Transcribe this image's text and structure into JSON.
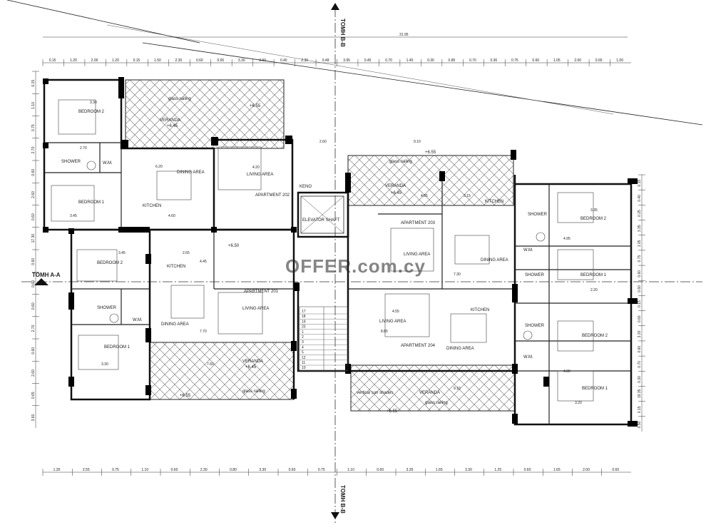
{
  "sections": {
    "section_bb": "TOMH B-B",
    "section_aa": "TOMH A-A"
  },
  "watermark": "OFFER.com.cy",
  "overall_dim": "31.95",
  "top_dims": [
    "0.15",
    "1.20",
    "2.00",
    "1.20",
    "0.15",
    "1.50",
    "2.30",
    "0.60",
    "0.65",
    "3.30",
    "0.60",
    "0.40",
    "2.30",
    "0.48",
    "3.95",
    "0.45",
    "0.70",
    "1.45",
    "0.30",
    "0.85",
    "0.70",
    "0.36",
    "0.75",
    "0.60",
    "1.05",
    "2.00",
    "0.65",
    "1.00"
  ],
  "bottom_dims": [
    "1.35",
    "2.55",
    "0.75",
    "1.10",
    "0.60",
    "2.30",
    "0.80",
    "3.30",
    "0.60",
    "0.75",
    "1.10",
    "0.60",
    "3.35",
    "1.65",
    "3.30",
    "1.25",
    "0.60",
    "1.65",
    "2.00",
    "0.60"
  ],
  "left_dims": [
    "0.15",
    "1.10",
    "0.75",
    "2.70",
    "0.60",
    "2.60",
    "0.60",
    "17.30",
    "0.60",
    "0.60",
    "0.60",
    "2.70",
    "0.60",
    "2.60",
    "0.65",
    "3.60"
  ],
  "right_dims": [
    "0.15",
    "0.40",
    "0.25",
    "3.35",
    "1.05",
    "0.75",
    "0.60",
    "0.60",
    "0.15",
    "0.60",
    "3.20",
    "0.60",
    "0.70",
    "0.30",
    "19.35",
    "0.15",
    "0.50"
  ],
  "levels": [
    "+6.55",
    "+6.45",
    "+6.55",
    "+6.45",
    "+6.50",
    "+6.55",
    "+6.45",
    "+6.55"
  ],
  "rooms": {
    "bedroom2_a": "BEDROOM 2",
    "bedroom1_a": "BEDROOM 1",
    "shower_a": "SHOWER",
    "wm_a": "W.M.",
    "kitchen_a": "KITCHEN",
    "dining_a": "DINING AREA",
    "living_a": "LIVING AREA",
    "apt_202": "APARTMENT 202",
    "veranda_a": "VERANDA",
    "glass_a": "glass railing",
    "bedroom2_b": "BEDROOM 2",
    "bedroom1_b": "BEDROOM 1",
    "shower_b": "SHOWER",
    "wm_b": "W.M.",
    "kitchen_b": "KITCHEN",
    "dining_b": "DINING AREA",
    "living_b": "LIVING AREA",
    "apt_201": "APARTMENT 201",
    "veranda_b": "VERANDA",
    "glass_b": "glass railing",
    "elevator": "ELEVATOR SHAFT",
    "keno": "KENO",
    "apt_203": "APARTMENT 203",
    "living_c": "LIVING AREA",
    "dining_c": "DINING AREA",
    "kitchen_c": "KITCHEN",
    "veranda_c": "VERANDA",
    "glass_c": "glass railing",
    "bedroom2_c": "BEDROOM 2",
    "bedroom1_c": "BEDROOM 1",
    "shower_c": "SHOWER",
    "wm_c": "W.M.",
    "apt_204": "APARTMENT 204",
    "living_d": "LIVING AREA",
    "dining_d": "DINING AREA",
    "kitchen_d": "KITCHEN",
    "veranda_d": "VERANDA",
    "glass_d": "glass railing",
    "bedroom2_d": "BEDROOM 2",
    "bedroom1_d": "BEDROOM 1",
    "shower_d": "SHOWER",
    "wm_d": "W.M.",
    "vertical": "vertical sun shades"
  },
  "room_dims": {
    "a1": "3.30",
    "a2": "3.45",
    "a3": "4.60",
    "a4": "6.20",
    "a5": "4.20",
    "a6": "2.70",
    "b1": "3.45",
    "b2": "2.65",
    "b3": "4.45",
    "b4": "7.70",
    "b5": "3.30",
    "b6": "7.60",
    "c1": "2.60",
    "c2": "9.10",
    "c3": "3.15",
    "c4": "7.30",
    "c5": "4.85",
    "d1": "4.55",
    "d2": "8.85",
    "d3": "9.10",
    "d4": "4.80",
    "d5": "3.35",
    "d6": "4.95",
    "d7": "2.20",
    "d8": "3.20"
  },
  "stair_numbers": [
    "17",
    "18",
    "19",
    "20",
    "1",
    "2",
    "3",
    "4",
    "5",
    "12",
    "11",
    "10"
  ]
}
